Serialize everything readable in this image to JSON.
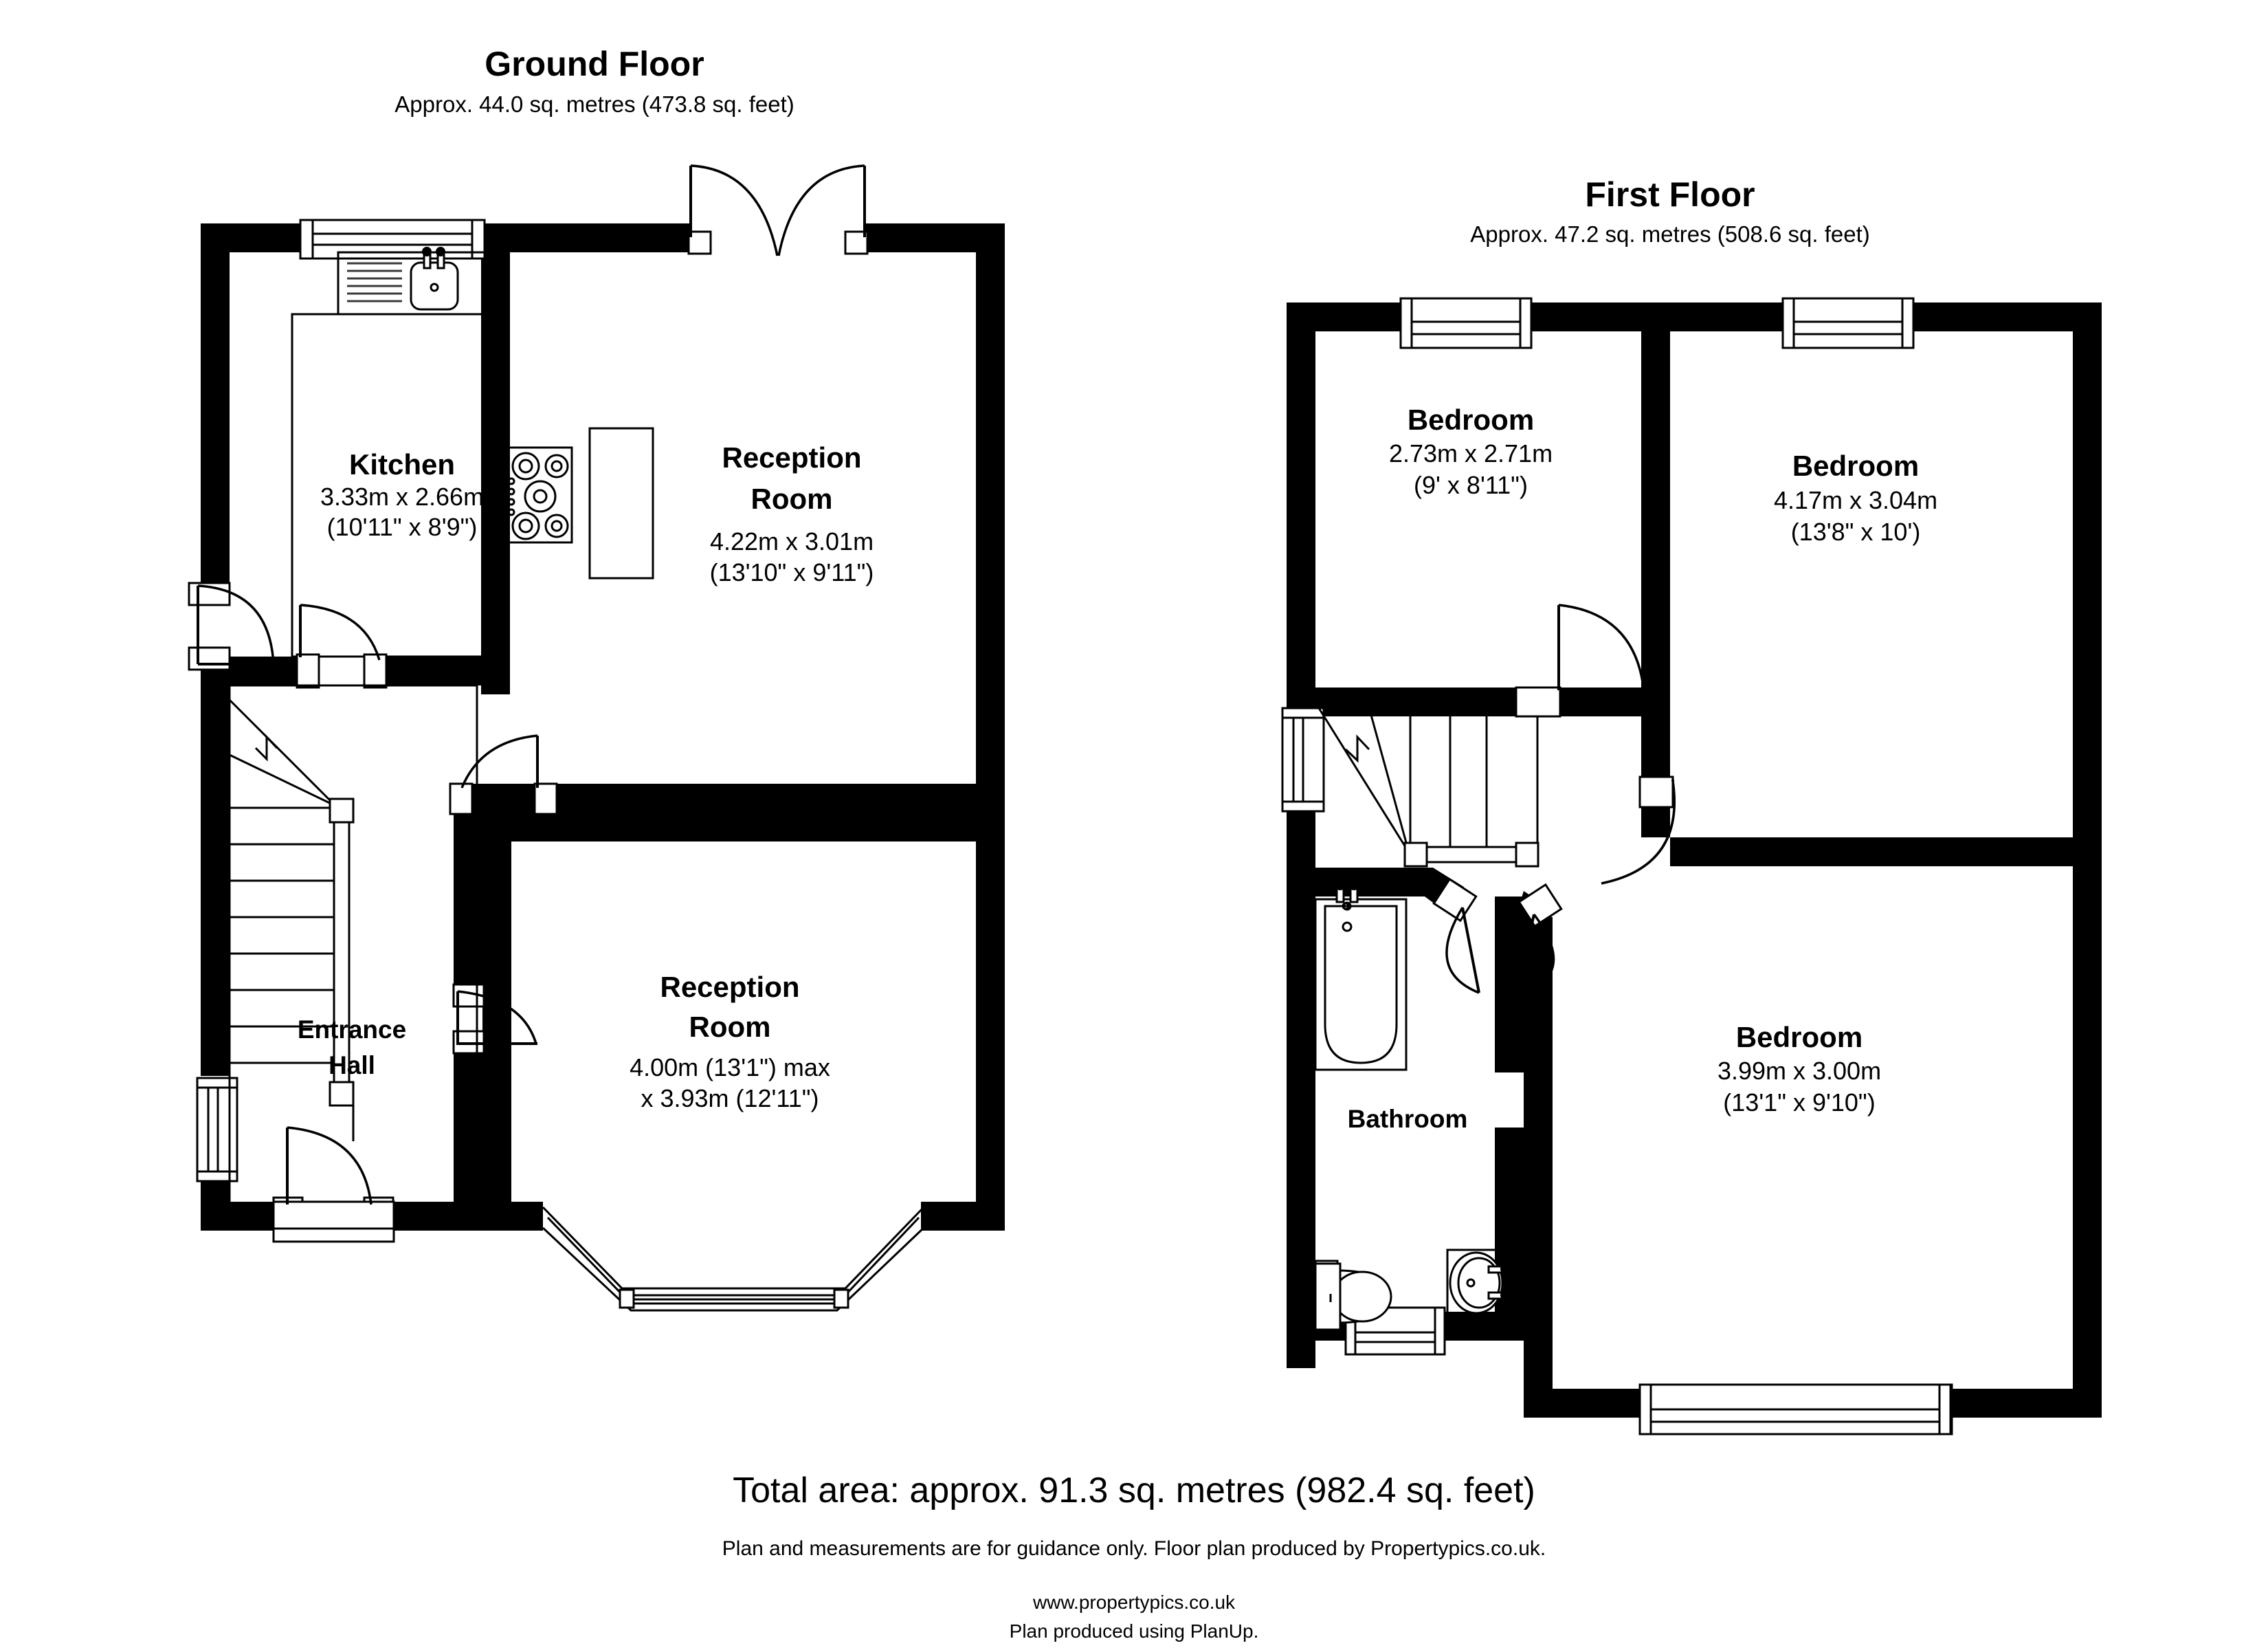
{
  "document": {
    "type": "floor-plan",
    "background_color": "#ffffff",
    "line_color": "#000000"
  },
  "floors": [
    {
      "id": "ground",
      "title": "Ground Floor",
      "area_line": "Approx. 44.0 sq. metres (473.8 sq. feet)",
      "rooms": [
        {
          "id": "kitchen",
          "name": "Kitchen",
          "dim_metric": "3.33m x 2.66m",
          "dim_imperial": "(10'11\" x 8'9\")"
        },
        {
          "id": "reception-room-1",
          "name_line_1": "Reception",
          "name_line_2": "Room",
          "dim_metric": "4.22m x 3.01m",
          "dim_imperial": "(13'10\" x 9'11\")"
        },
        {
          "id": "entrance-hall",
          "name_line_1": "Entrance",
          "name_line_2": "Hall"
        },
        {
          "id": "reception-room-2",
          "name_line_1": "Reception",
          "name_line_2": "Room",
          "dim_metric": "4.00m (13'1\") max",
          "dim_imperial": "x 3.93m (12'11\")"
        }
      ]
    },
    {
      "id": "first",
      "title": "First Floor",
      "area_line": "Approx. 47.2 sq. metres (508.6 sq. feet)",
      "rooms": [
        {
          "id": "bedroom-1",
          "name": "Bedroom",
          "dim_metric": "2.73m x 2.71m",
          "dim_imperial": "(9' x 8'11\")"
        },
        {
          "id": "bedroom-2",
          "name": "Bedroom",
          "dim_metric": "4.17m x 3.04m",
          "dim_imperial": "(13'8\" x 10')"
        },
        {
          "id": "bedroom-3",
          "name": "Bedroom",
          "dim_metric": "3.99m x 3.00m",
          "dim_imperial": "(13'1\" x 9'10\")"
        },
        {
          "id": "bathroom",
          "name": "Bathroom"
        }
      ]
    }
  ],
  "footer": {
    "total_area": "Total area: approx. 91.3 sq. metres (982.4 sq. feet)",
    "disclaimer": "Plan and measurements are for guidance only. Floor plan produced by Propertypics.co.uk.",
    "website": "www.propertypics.co.uk",
    "producer": "Plan produced using PlanUp."
  }
}
